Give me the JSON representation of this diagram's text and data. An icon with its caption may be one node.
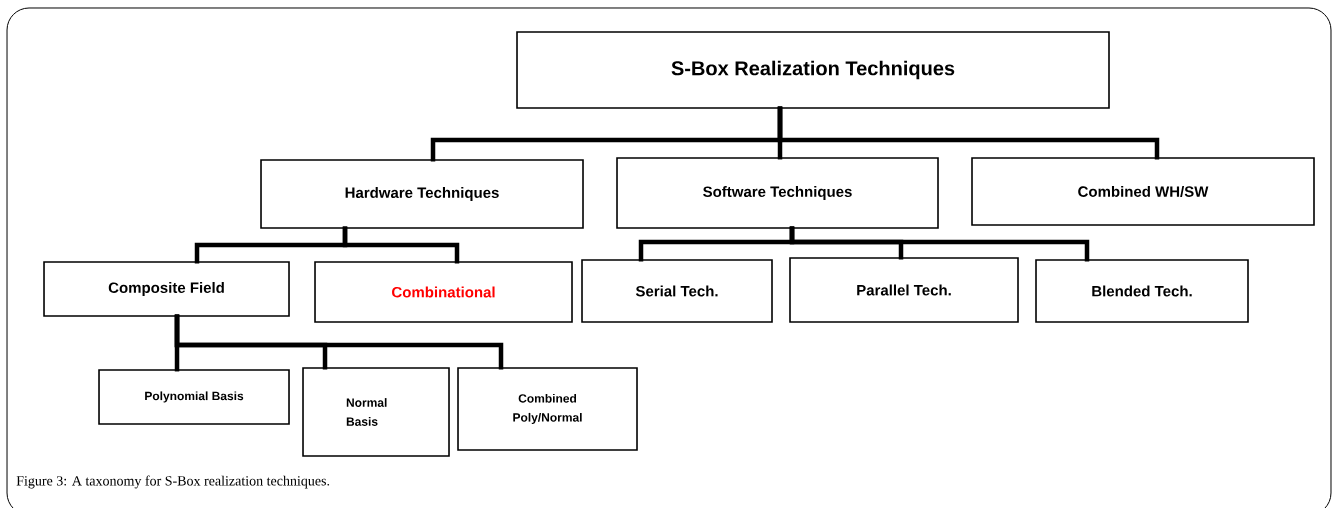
{
  "diagram": {
    "caption": "Figure 3: A taxonomy for S-Box realization techniques.",
    "nodes": [
      {
        "text": [
          "S-Box Realization Techniques"
        ]
      },
      {
        "text": [
          "Hardware Techniques"
        ]
      },
      {
        "text": [
          "Software Techniques"
        ]
      },
      {
        "text": [
          "Combined WH/SW"
        ]
      },
      {
        "text": [
          "Composite Field"
        ]
      },
      {
        "text": [
          "Combinational"
        ]
      },
      {
        "text": [
          "Serial Tech."
        ]
      },
      {
        "text": [
          "Parallel Tech."
        ]
      },
      {
        "text": [
          "Blended Tech."
        ]
      },
      {
        "text": [
          "Polynomial Basis"
        ]
      },
      {
        "text": [
          "Normal Basis"
        ]
      },
      {
        "text": [
          "Combined Poly/Normal"
        ]
      }
    ],
    "edges": [
      {
        "from": 0,
        "to": 1,
        "arrow": "none"
      },
      {
        "from": 0,
        "to": 2,
        "arrow": "none"
      },
      {
        "from": 0,
        "to": 3,
        "arrow": "none"
      },
      {
        "from": 1,
        "to": 4,
        "arrow": "none"
      },
      {
        "from": 1,
        "to": 5,
        "arrow": "none"
      },
      {
        "from": 2,
        "to": 6,
        "arrow": "none"
      },
      {
        "from": 2,
        "to": 7,
        "arrow": "none"
      },
      {
        "from": 2,
        "to": 8,
        "arrow": "none"
      },
      {
        "from": 4,
        "to": 9,
        "arrow": "none"
      },
      {
        "from": 4,
        "to": 10,
        "arrow": "none"
      },
      {
        "from": 4,
        "to": 11,
        "arrow": "none"
      }
    ]
  }
}
